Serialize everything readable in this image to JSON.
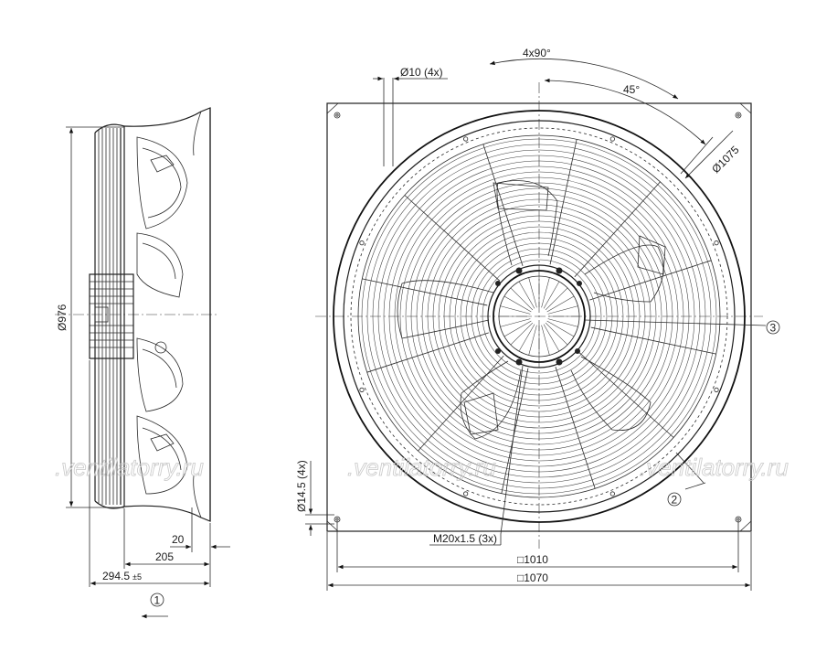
{
  "side_view": {
    "diameter_label": "Ø976",
    "dim_20": "20",
    "dim_205": "205",
    "dim_2945": "294.5",
    "tolerance": "±5",
    "callout_1": "1"
  },
  "front_view": {
    "angle_4x90": "4x90°",
    "angle_45": "45°",
    "hole_10": "Ø10 (4x)",
    "circle_1075": "Ø1075",
    "hole_145": "Ø14.5 (4x)",
    "thread": "M20x1.5 (3x)",
    "dim_1010": "□1010",
    "dim_1070": "□1070",
    "callout_2": "2",
    "callout_3": "3"
  },
  "watermark": ".ventilatorry.ru"
}
